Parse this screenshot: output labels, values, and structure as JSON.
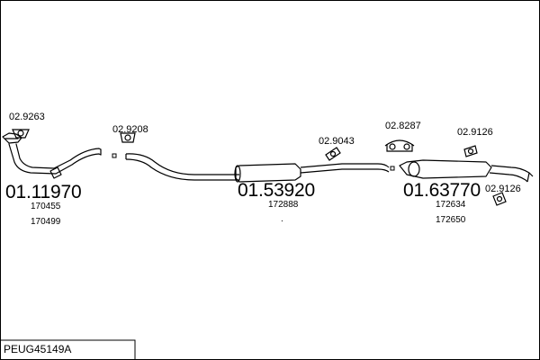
{
  "diagram_code": "PEUG45149A",
  "groups": [
    {
      "main_number": "01.11970",
      "refs": [
        "170455",
        "170499"
      ]
    },
    {
      "main_number": "01.53920",
      "refs": [
        "172888"
      ]
    },
    {
      "main_number": "01.63770",
      "refs": [
        "172634",
        "172650"
      ]
    }
  ],
  "part_labels": [
    "02.9263",
    "02.9208",
    "02.9043",
    "02.8287",
    "02.9126",
    "02.9126"
  ],
  "mark": "."
}
